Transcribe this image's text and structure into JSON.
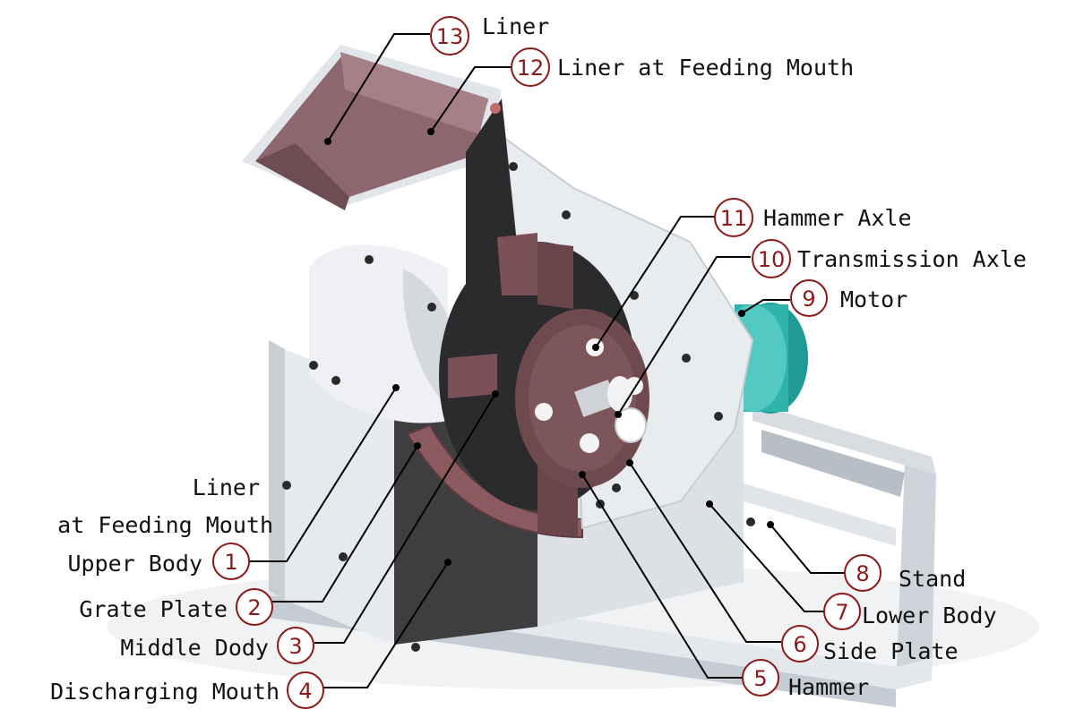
{
  "colors": {
    "badge": "#8b1a1a",
    "steel": "#dfe3e8",
    "liner": "#8a6068",
    "rotor": "#6e4a4f",
    "motor": "#2fb3ac"
  },
  "parts": [
    {
      "num": "1",
      "label": "Upper Body"
    },
    {
      "num": "2",
      "label": "Grate Plate"
    },
    {
      "num": "3",
      "label": "Middle Dody"
    },
    {
      "num": "4",
      "label": "Discharging Mouth"
    },
    {
      "num": "5",
      "label": "Hammer"
    },
    {
      "num": "6",
      "label": "Side Plate"
    },
    {
      "num": "7",
      "label": "Lower Body"
    },
    {
      "num": "8",
      "label": "Stand"
    },
    {
      "num": "9",
      "label": "Motor"
    },
    {
      "num": "10",
      "label": "Transmission Axle"
    },
    {
      "num": "11",
      "label": "Hammer Axle"
    },
    {
      "num": "12",
      "label": "Liner at Feeding Mouth"
    },
    {
      "num": "13",
      "label": "Liner"
    }
  ],
  "extra_label": {
    "line1": "Liner",
    "line2": "at Feeding Mouth"
  }
}
